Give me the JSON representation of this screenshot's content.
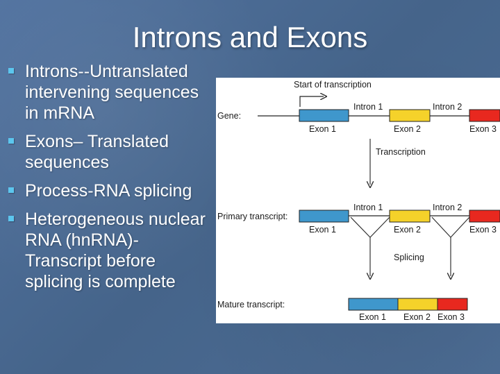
{
  "slide": {
    "title": "Introns and Exons",
    "bullets": [
      {
        "text": "Introns--Untranslated intervening sequences in mRNA"
      },
      {
        "text": "Exons– Translated sequences"
      },
      {
        "text": "Process-RNA splicing"
      },
      {
        "text": "Heterogeneous nuclear RNA (hnRNA)-Transcript before splicing is complete"
      }
    ]
  },
  "diagram": {
    "start_label": "Start of transcription",
    "gene_label": "Gene:",
    "primary_label": "Primary transcript:",
    "mature_label": "Mature transcript:",
    "transcription_label": "Transcription",
    "splicing_label": "Splicing",
    "exon1": "Exon 1",
    "exon2": "Exon 2",
    "exon3": "Exon 3",
    "intron1": "Intron 1",
    "intron2": "Intron 2",
    "colors": {
      "exon1": "#3f97cc",
      "exon2": "#f5d22a",
      "exon3": "#e8281f"
    }
  }
}
